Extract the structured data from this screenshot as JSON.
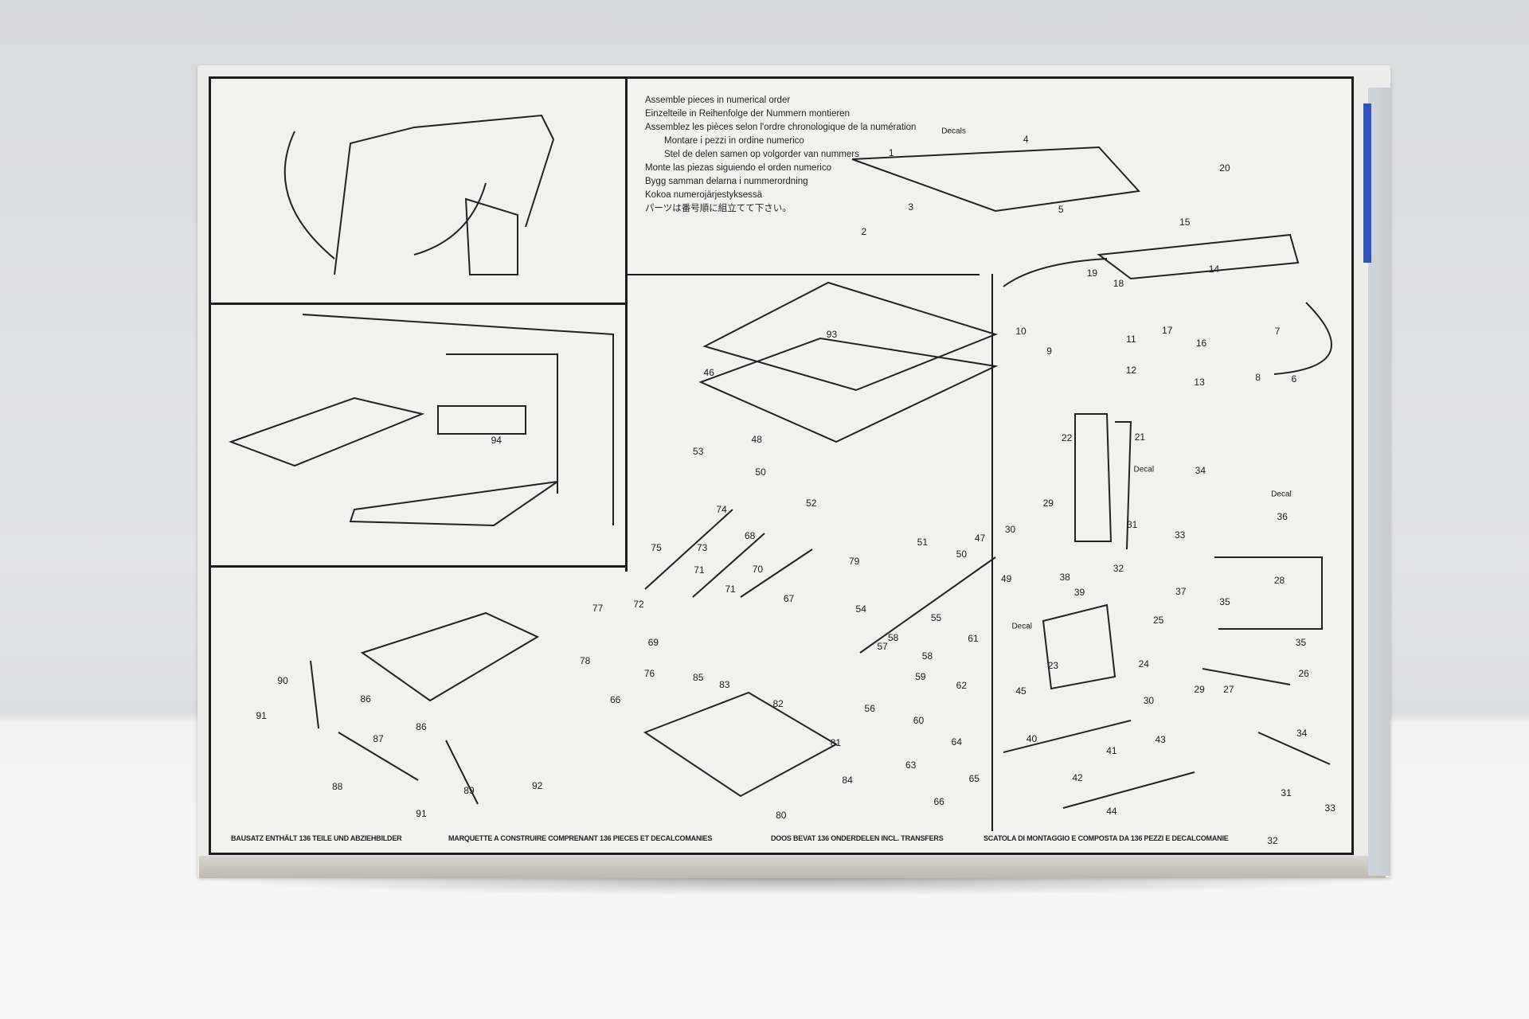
{
  "instructions": [
    "Assemble pieces in numerical order",
    "Einzelteile in Reihenfolge der Nummern montieren",
    "Assemblez les pièces selon l'ordre chronologique de la numération",
    "Montare i pezzi in ordine numerico",
    "Stel de delen samen op volgorder van nummers",
    "Monte las piezas siguiendo el orden numerico",
    "Bygg samman delarna i nummerordning",
    "Kokoa numerojärjestyksessä",
    "パーツは番号順に組立てて下さい。"
  ],
  "footer": {
    "german": "BAUSATZ ENTHÄLT 136 TEILE UND ABZIEHBILDER",
    "french": "MARQUETTE A CONSTRUIRE COMPRENANT 136 PIECES ET DECALCOMANIES",
    "dutch": "DOOS BEVAT 136 ONDERDELEN INCL. TRANSFERS",
    "italian": "SCATOLA DI MONTAGGIO E COMPOSTA DA 136 PEZZI E DECALCOMANIE"
  },
  "part_labels": [
    "1",
    "2",
    "3",
    "4",
    "5",
    "6",
    "7",
    "8",
    "9",
    "10",
    "11",
    "12",
    "13",
    "14",
    "15",
    "16",
    "17",
    "18",
    "19",
    "20",
    "21",
    "22",
    "23",
    "24",
    "25",
    "26",
    "27",
    "28",
    "29",
    "29",
    "30",
    "30",
    "31",
    "31",
    "32",
    "32",
    "33",
    "33",
    "34",
    "34",
    "35",
    "35",
    "36",
    "37",
    "38",
    "39",
    "40",
    "41",
    "42",
    "43",
    "44",
    "45",
    "46",
    "47",
    "48",
    "49",
    "50",
    "50",
    "51",
    "52",
    "53",
    "54",
    "55",
    "56",
    "57",
    "58",
    "58",
    "59",
    "60",
    "61",
    "62",
    "63",
    "64",
    "65",
    "66",
    "66",
    "67",
    "68",
    "69",
    "70",
    "71",
    "71",
    "72",
    "73",
    "74",
    "75",
    "76",
    "77",
    "78",
    "79",
    "80",
    "81",
    "82",
    "83",
    "84",
    "85",
    "86",
    "86",
    "87",
    "88",
    "89",
    "90",
    "91",
    "91",
    "92",
    "93",
    "94",
    "Decals",
    "Decal",
    "Decal",
    "Decal"
  ]
}
